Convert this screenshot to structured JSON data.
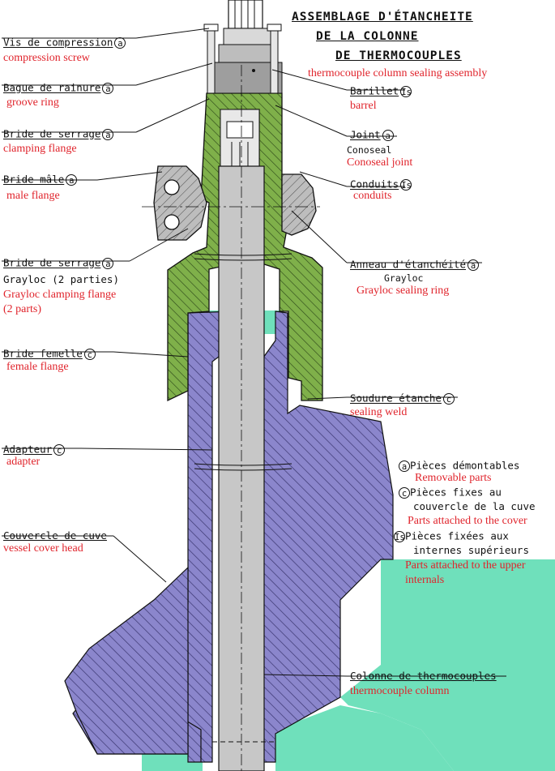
{
  "title": {
    "line1": "ASSEMBLAGE D'ÉTANCHEITE",
    "line2": "DE LA COLONNE",
    "line3": "DE THERMOCOUPLES",
    "en": "thermocouple column sealing assembly"
  },
  "marks": {
    "a": "a",
    "c": "c",
    "is": "Is"
  },
  "labels": {
    "vis": {
      "fr": "Vis de compression",
      "mark": "a",
      "en": "compression screw"
    },
    "bague": {
      "fr": "Bague de rainure",
      "mark": "a",
      "en": "groove ring"
    },
    "bride_serrage1": {
      "fr": "Bride de serrage",
      "mark": "a",
      "en": "clamping flange"
    },
    "bride_male": {
      "fr": "Bride mâle",
      "mark": "a",
      "en": "male flange"
    },
    "bride_serrage2": {
      "fr": "Bride de serrage",
      "mark": "a",
      "sub": "Grayloc (2 parties)",
      "en1": "Grayloc clamping flange",
      "en2": "(2 parts)"
    },
    "bride_femelle": {
      "fr": "Bride femelle",
      "mark": "c",
      "en": "female flange"
    },
    "adapteur": {
      "fr": "Adapteur",
      "mark": "c",
      "en": "adapter"
    },
    "couvercle": {
      "fr": "Couvercle de cuve",
      "en": "vessel cover head"
    },
    "barillet": {
      "fr": "Barillet",
      "mark": "Is",
      "en": "barrel"
    },
    "joint": {
      "fr": "Joint",
      "mark": "a",
      "sub": "Conoseal",
      "en": "Conoseal joint"
    },
    "conduits": {
      "fr": "Conduits",
      "mark": "Is",
      "en": "conduits"
    },
    "anneau": {
      "fr": "Anneau d'étanchéité",
      "mark": "a",
      "sub": "Grayloc",
      "en": "Grayloc sealing ring"
    },
    "soudure": {
      "fr": "Soudure étanche",
      "mark": "c",
      "en": "sealing weld"
    },
    "colonne": {
      "fr": "Colonne de thermocouples",
      "en": "thermocouple column"
    }
  },
  "legend": {
    "a": {
      "mark": "a",
      "fr": "Pièces démontables",
      "en": "Removable parts"
    },
    "c": {
      "mark": "c",
      "fr1": "Pièces fixes au",
      "fr2": "couvercle de la cuve",
      "en": "Parts attached to the cover"
    },
    "is": {
      "mark": "Is",
      "fr1": "Pièces fixées aux",
      "fr2": "internes supérieurs",
      "en1": "Parts attached to the upper",
      "en2": "internals"
    }
  },
  "colors": {
    "green_flange": "#7fb04a",
    "purple_cover": "#8b86cc",
    "mint_fill": "#6fe0bb",
    "column_gray": "#c7c7c7",
    "line": "#111111",
    "english_text": "#e0242c"
  }
}
